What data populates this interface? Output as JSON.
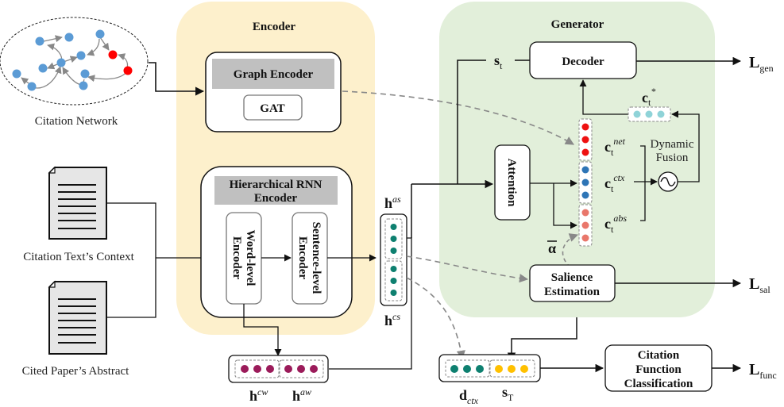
{
  "inputs": {
    "citation_network": "Citation Network",
    "citation_context": "Citation Text’s Context",
    "cited_abstract": "Cited Paper’s Abstract"
  },
  "encoder": {
    "title": "Encoder",
    "graph_encoder": "Graph Encoder",
    "gat": "GAT",
    "hier_title_line1": "Hierarchical RNN",
    "hier_title_line2": "Encoder",
    "word_level_line1": "Word-level",
    "word_level_line2": "Encoder",
    "sentence_level_line1": "Sentence-level",
    "sentence_level_line2": "Encoder"
  },
  "generator": {
    "title": "Generator",
    "decoder": "Decoder",
    "attention": "Attention",
    "salience_line1": "Salience",
    "salience_line2": "Estimation",
    "dynamic_fusion_line1": "Dynamic",
    "dynamic_fusion_line2": "Fusion"
  },
  "classifier": {
    "line1": "Citation",
    "line2": "Function",
    "line3": "Classification"
  },
  "variables": {
    "h_as": {
      "base": "h",
      "sup": "as"
    },
    "h_cs": {
      "base": "h",
      "sup": "cs"
    },
    "h_cw": {
      "base": "h",
      "sup": "cw"
    },
    "h_aw": {
      "base": "h",
      "sup": "aw"
    },
    "s_t": {
      "base": "s",
      "sub": "t"
    },
    "c_t_star": {
      "base": "c",
      "sub": "t",
      "sup": "*"
    },
    "c_t_net": {
      "base": "c",
      "sub": "t",
      "sup": "net"
    },
    "c_t_ctx": {
      "base": "c",
      "sub": "t",
      "sup": "ctx"
    },
    "c_t_abs": {
      "base": "c",
      "sub": "t",
      "sup": "abs"
    },
    "alpha_bar": "α",
    "d_ctx": {
      "base": "d",
      "sub": "ctx"
    },
    "s_T": {
      "base": "s",
      "sub": "T"
    }
  },
  "losses": {
    "gen": {
      "base": "L",
      "sub": "gen"
    },
    "sal": {
      "base": "L",
      "sub": "sal"
    },
    "func": {
      "base": "L",
      "sub": "func"
    }
  },
  "colors": {
    "encoder_bg": "#FDF0CC",
    "generator_bg": "#E2EFDA",
    "header_gray": "#C0C0C0",
    "node_blue": "#5B9BD5",
    "node_red": "#FF0000",
    "net_red": "#EE1111",
    "ctx_blue": "#2E75B6",
    "abs_salmon": "#E9776B",
    "teal": "#0E8070",
    "purple": "#9B1B5A",
    "yellow": "#FFC000",
    "cyan": "#8FD3D8",
    "dashed_gray": "#888888"
  }
}
